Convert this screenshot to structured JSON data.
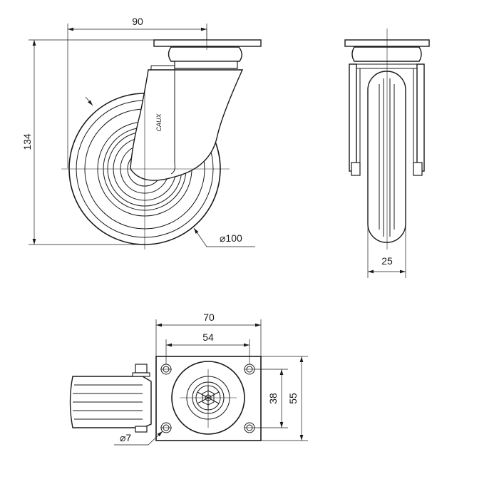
{
  "dimensions": {
    "side_width": "90",
    "side_height": "134",
    "wheel_diameter": "⌀100",
    "front_width": "25",
    "plate_width": "70",
    "hole_spacing_x": "54",
    "hole_spacing_y": "38",
    "plate_height": "55",
    "hole_diameter": "⌀7"
  },
  "brand": {
    "logo_text": "CAUX"
  },
  "colors": {
    "line": "#1a1a1a",
    "background": "#ffffff"
  }
}
